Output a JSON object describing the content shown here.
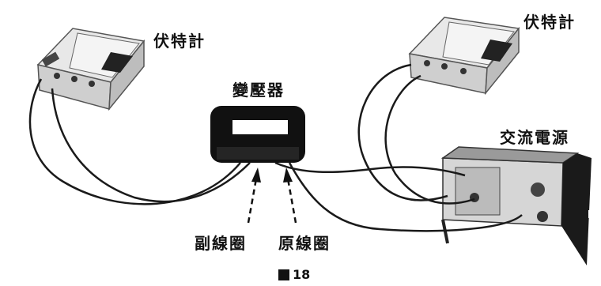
{
  "labels": {
    "voltmeter_left": "伏特計",
    "voltmeter_right": "伏特計",
    "transformer": "變壓器",
    "ac_source": "交流電源",
    "secondary_coil": "副線圈",
    "primary_coil": "原線圈",
    "figure": "18"
  }
}
